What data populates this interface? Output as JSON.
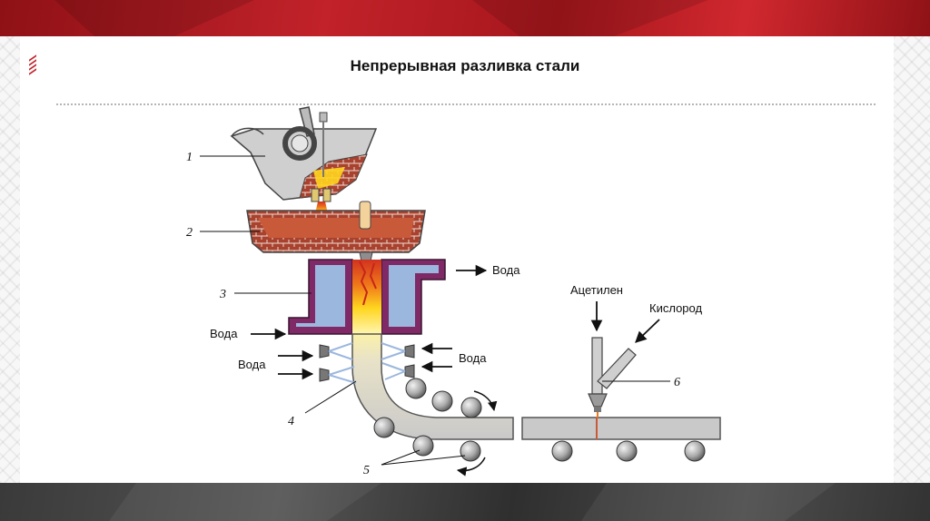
{
  "slide": {
    "title": "Непрерывная разливка стали"
  },
  "diagram": {
    "numbers": {
      "ladle": "1",
      "tundish": "2",
      "mold": "3",
      "spray_zone": "4",
      "rollers": "5",
      "torch": "6"
    },
    "labels": {
      "water_out": "Вода",
      "water_in_mold": "Вода",
      "water_spray_left": "Вода",
      "water_spray_right": "Вода",
      "acetylene": "Ацетилен",
      "oxygen": "Кислород"
    }
  },
  "colors": {
    "brand_red": "#c2222a",
    "brick": "#a8422f",
    "molten": "#c85a3a",
    "mold_wall": "#7f2a66",
    "coolant": "#9bb7de",
    "steel_strand": "#c9c9c9"
  }
}
